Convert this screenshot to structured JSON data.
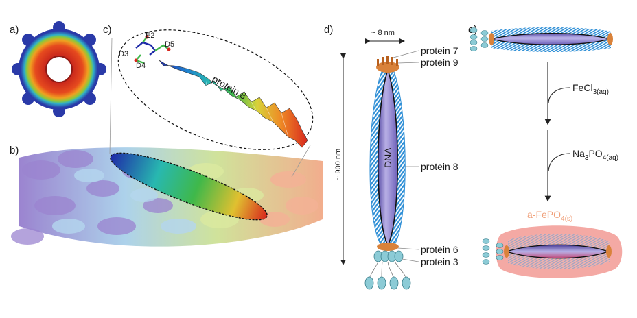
{
  "panels": {
    "a": "a)",
    "b": "b)",
    "c": "c)",
    "d": "d)",
    "e": "e)"
  },
  "panel_c": {
    "protein_label": "protein 8",
    "residues": {
      "e2": "E2",
      "d3": "D3",
      "d4": "D4",
      "d5": "D5"
    }
  },
  "panel_d": {
    "width_label": "~ 8 nm",
    "length_label": "~ 900 nm",
    "dna_label": "DNA",
    "proteins": {
      "p7": "protein 7",
      "p9": "protein 9",
      "p8": "protein 8",
      "p6": "protein 6",
      "p3": "protein 3"
    }
  },
  "panel_e": {
    "step1_text": "FeCl",
    "step1_sub": "3(aq)",
    "step2_text": "Na",
    "step2_sub1": "3",
    "step2_mid": "PO",
    "step2_sub2": "4(aq)",
    "product_text": "a-FePO",
    "product_sub": "4(s)"
  },
  "colors": {
    "hatch_blue": "#2f8fd6",
    "core_purple": "#8878c8",
    "tip_orange": "#d9823a",
    "bead_cyan": "#8ccbd6",
    "product_pink": "#f29a94",
    "product_text": "#f0a07a",
    "rainbow": [
      "#1e2aa8",
      "#1f7fd0",
      "#28b8b0",
      "#3fb84a",
      "#d8d23a",
      "#ee8a25",
      "#d8281e"
    ]
  }
}
